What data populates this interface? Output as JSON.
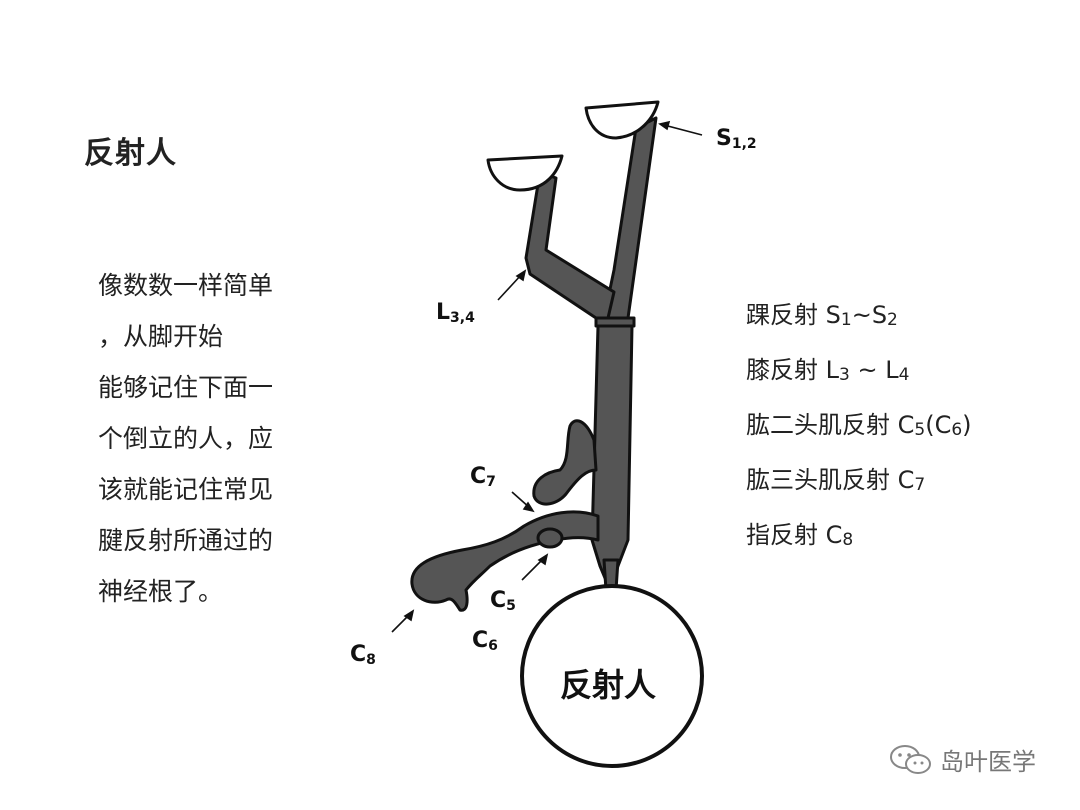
{
  "title": "反射人",
  "description": [
    "像数数一样简单",
    "，从脚开始",
    "能够记住下面一",
    "个倒立的人，应",
    "该就能记住常见",
    "腱反射所通过的",
    "神经根了。"
  ],
  "reflexes": [
    {
      "name": "踝反射",
      "levels": [
        {
          "t": " S"
        },
        {
          "s": "1"
        },
        {
          "t": "~S"
        },
        {
          "s": "2"
        }
      ]
    },
    {
      "name": "膝反射",
      "levels": [
        {
          "t": " L"
        },
        {
          "s": "3"
        },
        {
          "t": " ~ L"
        },
        {
          "s": "4"
        }
      ]
    },
    {
      "name": "肱二头肌反射",
      "levels": [
        {
          "t": " C"
        },
        {
          "s": "5"
        },
        {
          "t": "(C"
        },
        {
          "s": "6"
        },
        {
          "t": ")"
        }
      ]
    },
    {
      "name": "肱三头肌反射",
      "levels": [
        {
          "t": " C"
        },
        {
          "s": "7"
        }
      ]
    },
    {
      "name": "指反射",
      "levels": [
        {
          "t": " C"
        },
        {
          "s": "8"
        }
      ]
    }
  ],
  "figure_labels": {
    "s12": {
      "main": "S",
      "sub": "1,2"
    },
    "l34": {
      "main": "L",
      "sub": "3,4"
    },
    "c7": {
      "main": "C",
      "sub": "7"
    },
    "c5": {
      "main": "C",
      "sub": "5"
    },
    "c6": {
      "main": "C",
      "sub": "6"
    },
    "c8": {
      "main": "C",
      "sub": "8"
    }
  },
  "head_label": "反射人",
  "watermark": "岛叶医学",
  "colors": {
    "body_fill": "#555555",
    "outline": "#111111"
  }
}
